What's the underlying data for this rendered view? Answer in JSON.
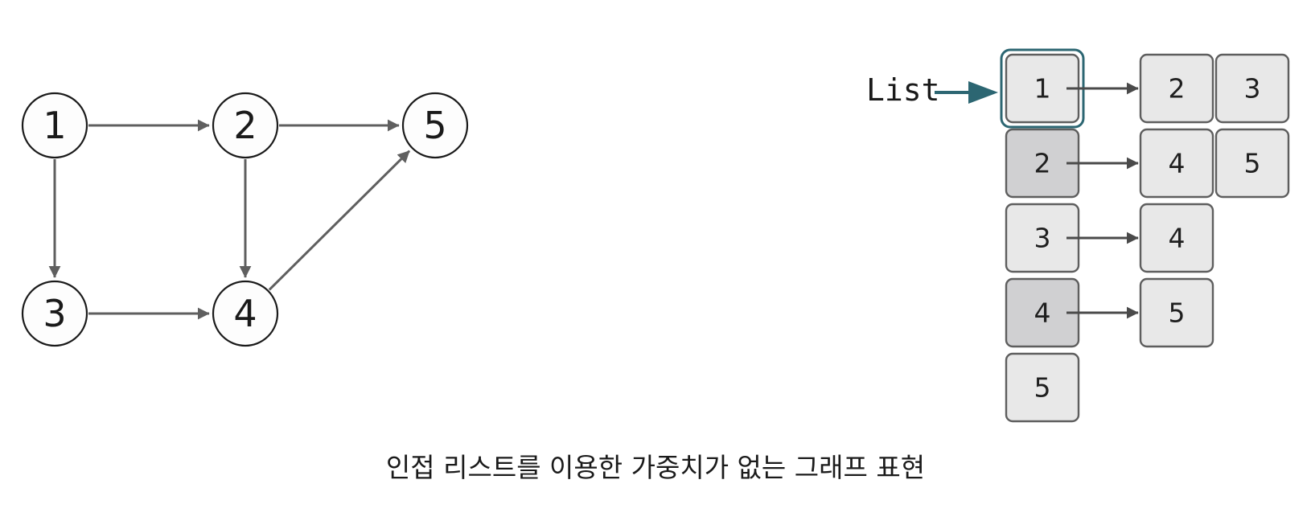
{
  "graph": {
    "nodes": [
      {
        "id": "1",
        "label": "1"
      },
      {
        "id": "2",
        "label": "2"
      },
      {
        "id": "3",
        "label": "3"
      },
      {
        "id": "4",
        "label": "4"
      },
      {
        "id": "5",
        "label": "5"
      }
    ],
    "edges": [
      {
        "from": "1",
        "to": "2"
      },
      {
        "from": "2",
        "to": "5"
      },
      {
        "from": "1",
        "to": "3"
      },
      {
        "from": "2",
        "to": "4"
      },
      {
        "from": "3",
        "to": "4"
      },
      {
        "from": "4",
        "to": "5"
      }
    ]
  },
  "adjacency_list": {
    "list_label": "List",
    "rows": [
      {
        "vertex": "1",
        "neighbors": [
          "2",
          "3"
        ]
      },
      {
        "vertex": "2",
        "neighbors": [
          "4",
          "5"
        ]
      },
      {
        "vertex": "3",
        "neighbors": [
          "4"
        ]
      },
      {
        "vertex": "4",
        "neighbors": [
          "5"
        ]
      },
      {
        "vertex": "5",
        "neighbors": []
      }
    ]
  },
  "colors": {
    "highlight": "#2c6672",
    "cell_light": "#e8e8e8",
    "cell_dark": "#d0d0d2"
  },
  "caption": "인접 리스트를 이용한 가중치가 없는 그래프 표현"
}
